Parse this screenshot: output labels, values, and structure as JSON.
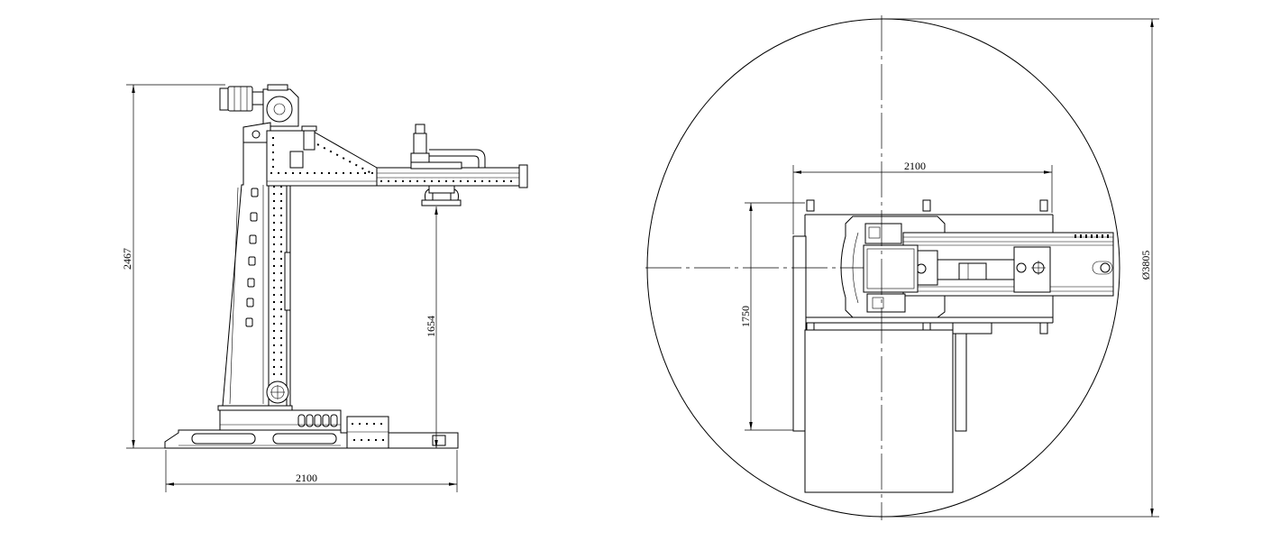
{
  "colors": {
    "line": "#000000",
    "background": "#ffffff"
  },
  "side_view": {
    "overall_height": "2467",
    "gripper_height": "1654",
    "base_width": "2100"
  },
  "top_view": {
    "frame_width": "2100",
    "frame_depth": "1750",
    "swing_diameter": "Ø3805"
  }
}
